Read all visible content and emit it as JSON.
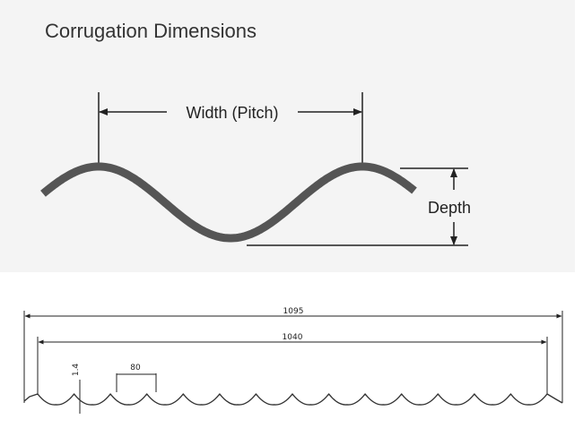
{
  "top_diagram": {
    "title": "Corrugation Dimensions",
    "width_label": "Width (Pitch)",
    "depth_label": "Depth"
  },
  "profile_drawing": {
    "overall_width": "1095",
    "cover_width": "1040",
    "pitch": "80",
    "thickness": "1.4",
    "corrugation_count": 14
  },
  "colors": {
    "panel_background": "#f4f4f4",
    "wave_stroke": "#555555",
    "line": "#222222"
  }
}
